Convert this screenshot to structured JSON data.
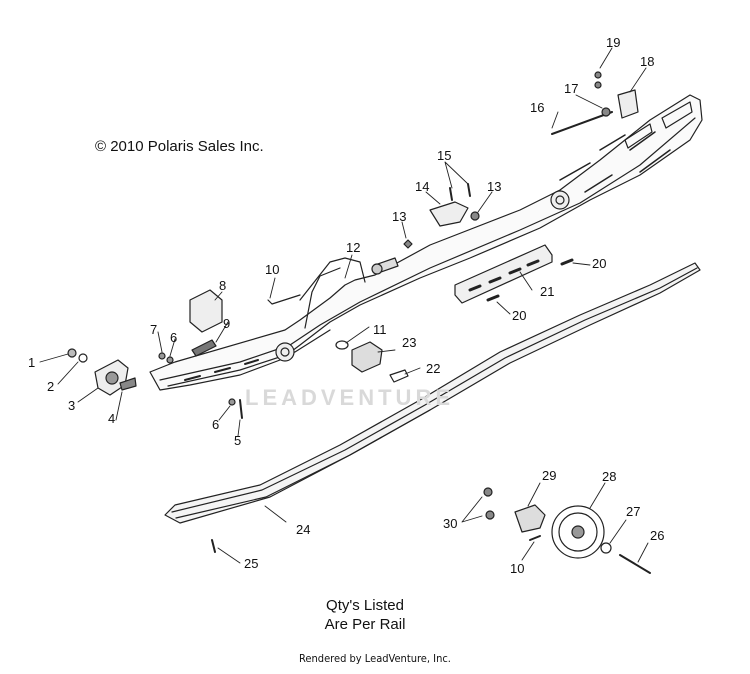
{
  "copyright": "© 2010 Polaris Sales Inc.",
  "watermark": "LEADVENTURE",
  "qty_note": {
    "line1": "Qty's Listed",
    "line2": "Are Per Rail"
  },
  "rendered_by": "Rendered by LeadVenture, Inc.",
  "callouts": {
    "c1": "1",
    "c2": "2",
    "c3": "3",
    "c4": "4",
    "c5": "5",
    "c6a": "6",
    "c6b": "6",
    "c7": "7",
    "c8": "8",
    "c9": "9",
    "c10a": "10",
    "c10b": "10",
    "c11": "11",
    "c12": "12",
    "c13a": "13",
    "c13b": "13",
    "c14": "14",
    "c15": "15",
    "c16": "16",
    "c17": "17",
    "c18": "18",
    "c19": "19",
    "c20a": "20",
    "c20b": "20",
    "c21": "21",
    "c22": "22",
    "c23": "23",
    "c24": "24",
    "c25": "25",
    "c26": "26",
    "c27": "27",
    "c28": "28",
    "c29": "29",
    "c30": "30"
  }
}
